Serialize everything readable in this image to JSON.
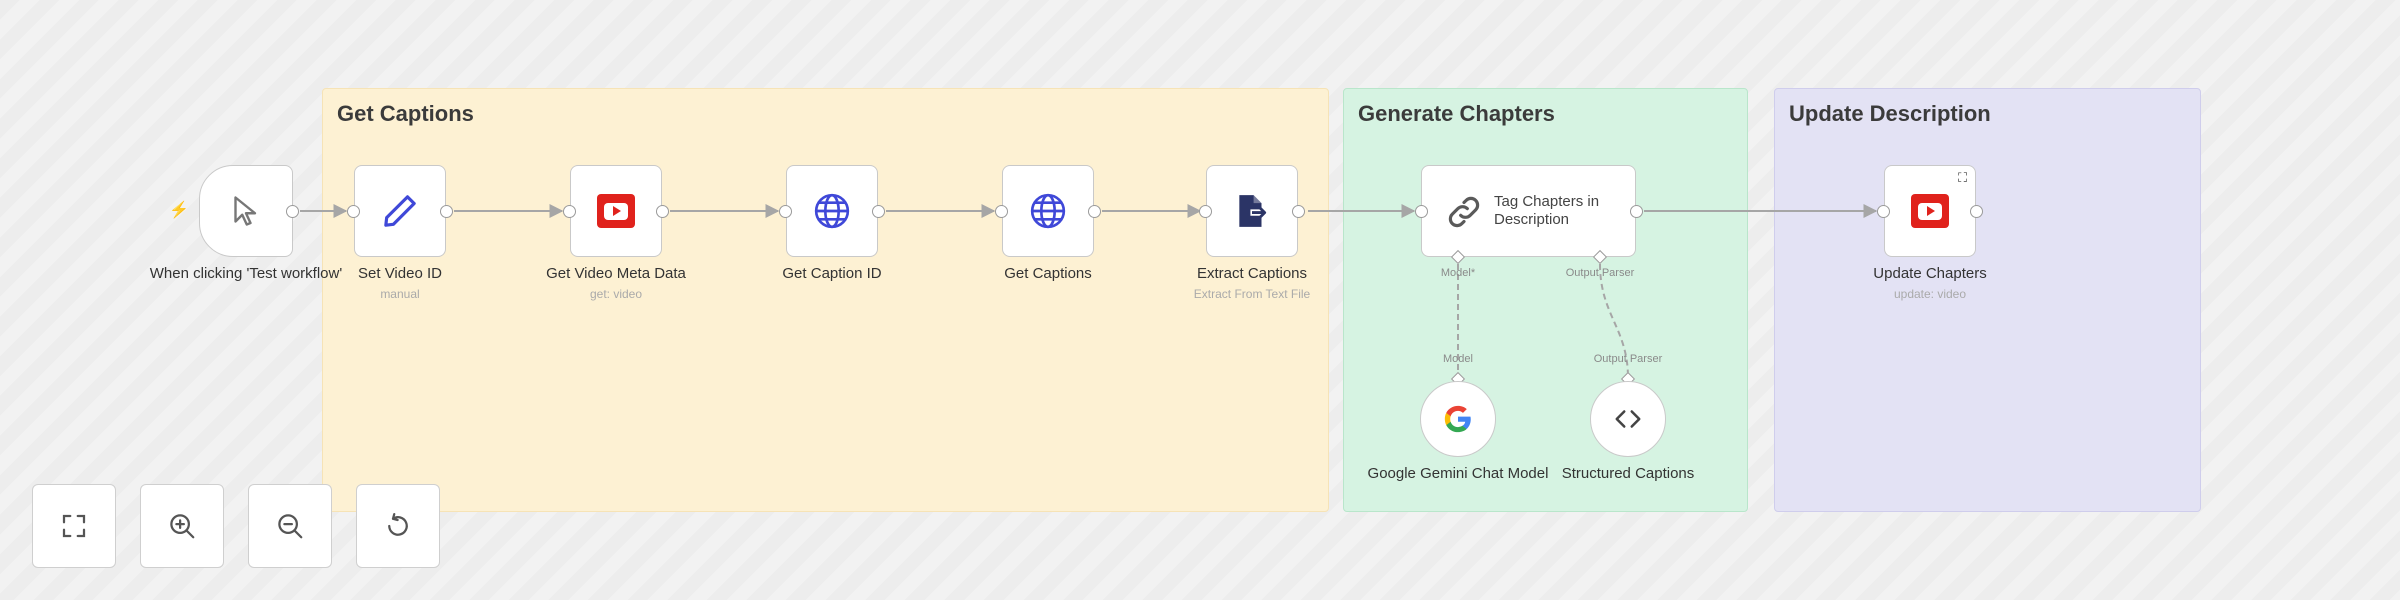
{
  "groups": [
    {
      "id": "get_captions",
      "title": "Get Captions",
      "color": "#fdf1d3"
    },
    {
      "id": "generate_chapters",
      "title": "Generate Chapters",
      "color": "#d6f3e2"
    },
    {
      "id": "update_description",
      "title": "Update Description",
      "color": "#e3e2f4"
    }
  ],
  "nodes": {
    "trigger": {
      "label": "When clicking 'Test workflow'",
      "icon": "mouse-pointer-icon"
    },
    "set_video_id": {
      "label": "Set Video ID",
      "subtitle": "manual",
      "icon": "pencil-icon"
    },
    "get_video_meta": {
      "label": "Get Video Meta Data",
      "subtitle": "get: video",
      "icon": "youtube-icon"
    },
    "get_caption_id": {
      "label": "Get Caption ID",
      "icon": "globe-icon"
    },
    "get_captions": {
      "label": "Get Captions",
      "icon": "globe-icon"
    },
    "extract_captions": {
      "label": "Extract Captions",
      "subtitle": "Extract From Text File",
      "icon": "file-export-icon"
    },
    "tag_chapters": {
      "label": "Tag Chapters in Description",
      "icon": "link-icon",
      "handles": {
        "model": "Model*",
        "output_parser": "Output Parser"
      }
    },
    "gemini_model": {
      "label": "Google Gemini Chat Model",
      "icon": "google-icon",
      "handle": "Model"
    },
    "structured_captions": {
      "label": "Structured Captions",
      "icon": "code-icon",
      "handle": "Output Parser"
    },
    "update_chapters": {
      "label": "Update Chapters",
      "subtitle": "update: video",
      "icon": "youtube-icon"
    }
  },
  "controls": [
    {
      "id": "fit",
      "icon": "fit-view-icon"
    },
    {
      "id": "zoom_in",
      "icon": "zoom-in-icon"
    },
    {
      "id": "zoom_out",
      "icon": "zoom-out-icon"
    },
    {
      "id": "reset",
      "icon": "reset-zoom-icon"
    }
  ],
  "colors": {
    "accent": "#ff6d5a",
    "icon_blue": "#3f48d8",
    "youtube_red": "#e0221c",
    "connection": "#a6a6a6"
  }
}
